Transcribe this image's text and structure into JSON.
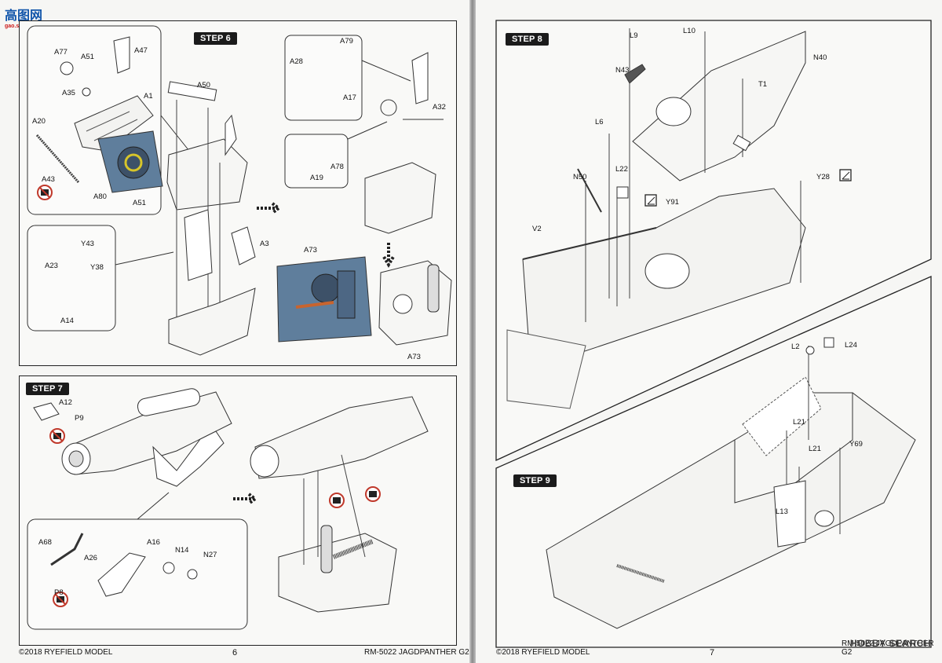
{
  "watermark_logo": {
    "main": "高图网",
    "sub": "gao.shou.com"
  },
  "watermark_bottom": "HOBBY SEARCH",
  "left_page": {
    "footer_left": "©2018 RYEFIELD MODEL",
    "page_number": "6",
    "footer_right": "RM-5022 JAGDPANTHER G2",
    "step6": {
      "badge": "STEP 6",
      "labels": [
        "A77",
        "A51",
        "A47",
        "A35",
        "A1",
        "A20",
        "A43",
        "A80",
        "A51",
        "A50",
        "A79",
        "A28",
        "A17",
        "A32",
        "A78",
        "A19",
        "A3",
        "A73",
        "A73",
        "Y43",
        "A23",
        "Y38",
        "A14"
      ]
    },
    "step7": {
      "badge": "STEP 7",
      "labels": [
        "A12",
        "P9",
        "A68",
        "A16",
        "A26",
        "N14",
        "N27",
        "P8"
      ]
    }
  },
  "right_page": {
    "footer_left": "©2018 RYEFIELD MODEL",
    "page_number": "7",
    "footer_right": "RM-5022 JAGDPANTHER G2",
    "step8": {
      "badge": "STEP 8",
      "labels": [
        "L9",
        "L10",
        "N40",
        "N43",
        "T1",
        "L6",
        "L22",
        "N50",
        "Y28",
        "Y91",
        "V2"
      ]
    },
    "step9": {
      "badge": "STEP 9",
      "labels": [
        "L2",
        "L24",
        "L21",
        "L21",
        "Y69",
        "L13"
      ]
    }
  },
  "colors": {
    "badge_bg": "#1b1b1b",
    "part_blue": "#5f7e9c",
    "no_glue_red": "#c0392b",
    "highlight_yellow": "#d7c52a",
    "highlight_orange": "#c8642e"
  }
}
